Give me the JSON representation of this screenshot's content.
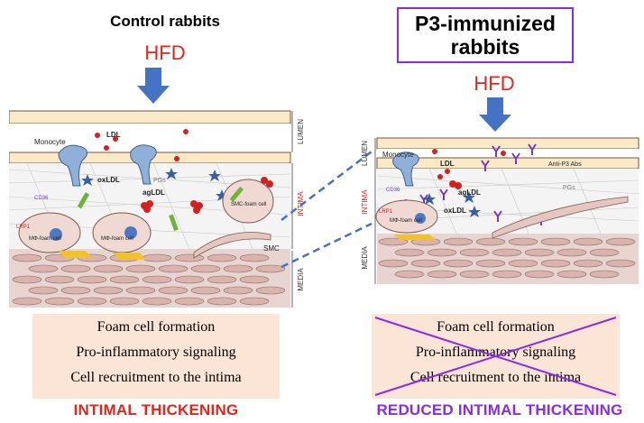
{
  "left": {
    "title": "Control rabbits",
    "diet": "HFD",
    "labels": {
      "lumen": "LUMEN",
      "intima": "INTIMA",
      "media": "MEDIA",
      "monocyte": "Monocyte",
      "ldl": "LDL",
      "oxldl": "oxLDL",
      "agldl": "agLDL",
      "pg": "PGs",
      "cd36": "CD36",
      "lrp1": "LRP1",
      "mo_foam_1": "MΦ-foam cell",
      "mo_foam_2": "MΦ-foam cell",
      "smc_foam": "SMC-foam cell",
      "smc": "SMC"
    },
    "effects": [
      "Foam cell formation",
      "Pro-inflammatory signaling",
      "Cell recruitment to the intima"
    ],
    "outcome": "INTIMAL THICKENING"
  },
  "right": {
    "title": "P3-immunized rabbits",
    "diet": "HFD",
    "labels": {
      "lumen": "LUMEN",
      "intima": "INTIMA",
      "media": "MEDIA",
      "monocyte": "Monocyte",
      "ldl": "LDL",
      "anti_p3": "Anti-P3 Abs",
      "agldl": "agLDL",
      "oxldl": "oxLDL",
      "pg": "PGs",
      "cd36": "CD36",
      "lrp1": "LRP1",
      "mo_foam": "MΦ-foam cell"
    },
    "effects": [
      "Foam cell formation",
      "Pro-inflammatory signaling",
      "Cell recruitment to the intima"
    ],
    "outcome": "REDUCED INTIMAL THICKENING"
  },
  "colors": {
    "hfd": "#e0261b",
    "arrow": "#4472c4",
    "left_outcome": "#e0261b",
    "right_outcome": "#8a2be2",
    "panel": "#fbe5d6",
    "cross": "#8a2be2"
  }
}
